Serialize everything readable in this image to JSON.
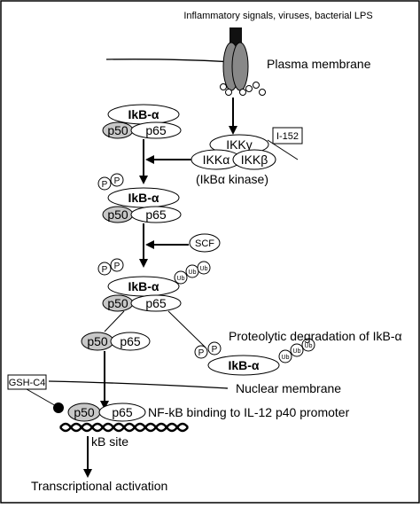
{
  "labels": {
    "signals": "Inflammatory signals, viruses, bacterial LPS",
    "plasma_membrane": "Plasma membrane",
    "inhibitor_i152": "I-152",
    "ikk_gamma": "IKKγ",
    "ikk_alpha": "IKKα",
    "ikk_beta": "IKKβ",
    "ikb_kinase": "(IkBα kinase)",
    "ikb_alpha": "IkB-α",
    "p50": "p50",
    "p65": "p65",
    "phospho": "P",
    "ubiquitin": "Ub",
    "scf": "SCF",
    "proteolytic_degradation": "Proteolytic degradation of IkB-α",
    "gsh_c4": "GSH-C4",
    "nuclear_membrane": "Nuclear membrane",
    "nfkb_binding": "NF-kB binding to IL-12 p40 promoter",
    "kb_site": "kB site",
    "transcriptional_activation": "Transcriptional activation"
  },
  "colors": {
    "line": "#000000",
    "receptor": "#808080",
    "p50_shade": "#c8c8c8",
    "background": "#ffffff"
  }
}
